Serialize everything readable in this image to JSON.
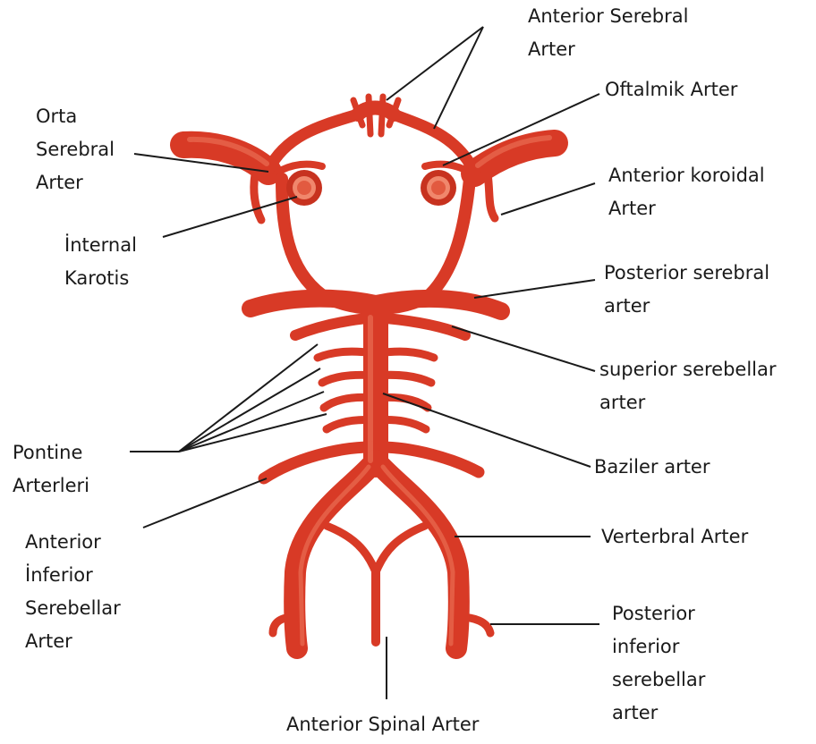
{
  "diagram": {
    "colors": {
      "artery": "#d83a26",
      "artery_dark": "#a8261a",
      "artery_light": "#ea6a52",
      "leader_line": "#1a1a1a"
    },
    "labels": {
      "anterior_serebral": [
        "Anterior Serebral",
        "Arter"
      ],
      "oftalmik": [
        "Oftalmik Arter"
      ],
      "orta_serebral": [
        "Orta",
        "Serebral",
        "Arter"
      ],
      "anterior_koroidal": [
        "Anterior koroidal",
        "Arter"
      ],
      "internal_karotis": [
        "İnternal",
        "Karotis"
      ],
      "posterior_serebral": [
        "Posterior serebral",
        "arter"
      ],
      "superior_serebellar": [
        "superior serebellar",
        "arter"
      ],
      "pontine": [
        "Pontine",
        "Arterleri"
      ],
      "baziler": [
        "Baziler arter"
      ],
      "anterior_inferior_serebellar": [
        "Anterior",
        "İnferior",
        "Serebellar",
        "Arter"
      ],
      "vertebral": [
        "Verterbral Arter"
      ],
      "posterior_inferior_serebellar": [
        "Posterior",
        "inferior",
        "serebellar",
        "arter"
      ],
      "anterior_spinal": [
        "Anterior Spinal Arter"
      ]
    }
  }
}
